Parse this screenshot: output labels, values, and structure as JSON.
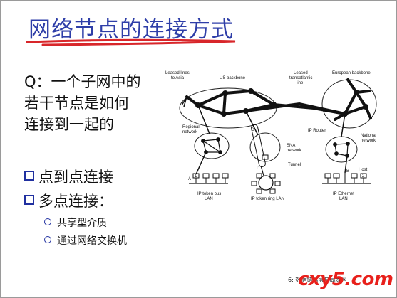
{
  "slide": {
    "title": "网络节点的连接方式",
    "question_line1": "Q：一个子网中的",
    "question_line2": "若干节点是如何",
    "question_line3": "连接到一起的",
    "bullets": [
      "点到点连接",
      "多点连接："
    ],
    "sub_bullets": [
      "共享型介质",
      "通过网络交换机"
    ],
    "footer": "6: 数据链路层与局域网",
    "watermark": "cxy5.com",
    "accent_color": "#2e3ea8",
    "underline_color": "#d8262a"
  },
  "diagram": {
    "labels": {
      "leased_lines": "Leased lines",
      "to_asia": "to Asia",
      "us_backbone": "US backbone",
      "leased": "Leased",
      "transatlantic": "transatlantic",
      "line": "line",
      "european_backbone": "European backbone",
      "regional": "Regional",
      "network": "network",
      "c": "C",
      "sna": "SNA",
      "sna_network": "network",
      "tunnel": "Tunnel",
      "ip_router": "IP Router",
      "national": "National",
      "national_network": "network",
      "a": "A",
      "d": "D",
      "b": "B",
      "host": "Host",
      "box1": "1",
      "box2": "2",
      "ip_token_bus": "IP token bus",
      "lan1": "LAN",
      "ip_token_ring": "IP token ring LAN",
      "ip_ethernet": "IP Ethernet",
      "lan3": "LAN"
    }
  }
}
